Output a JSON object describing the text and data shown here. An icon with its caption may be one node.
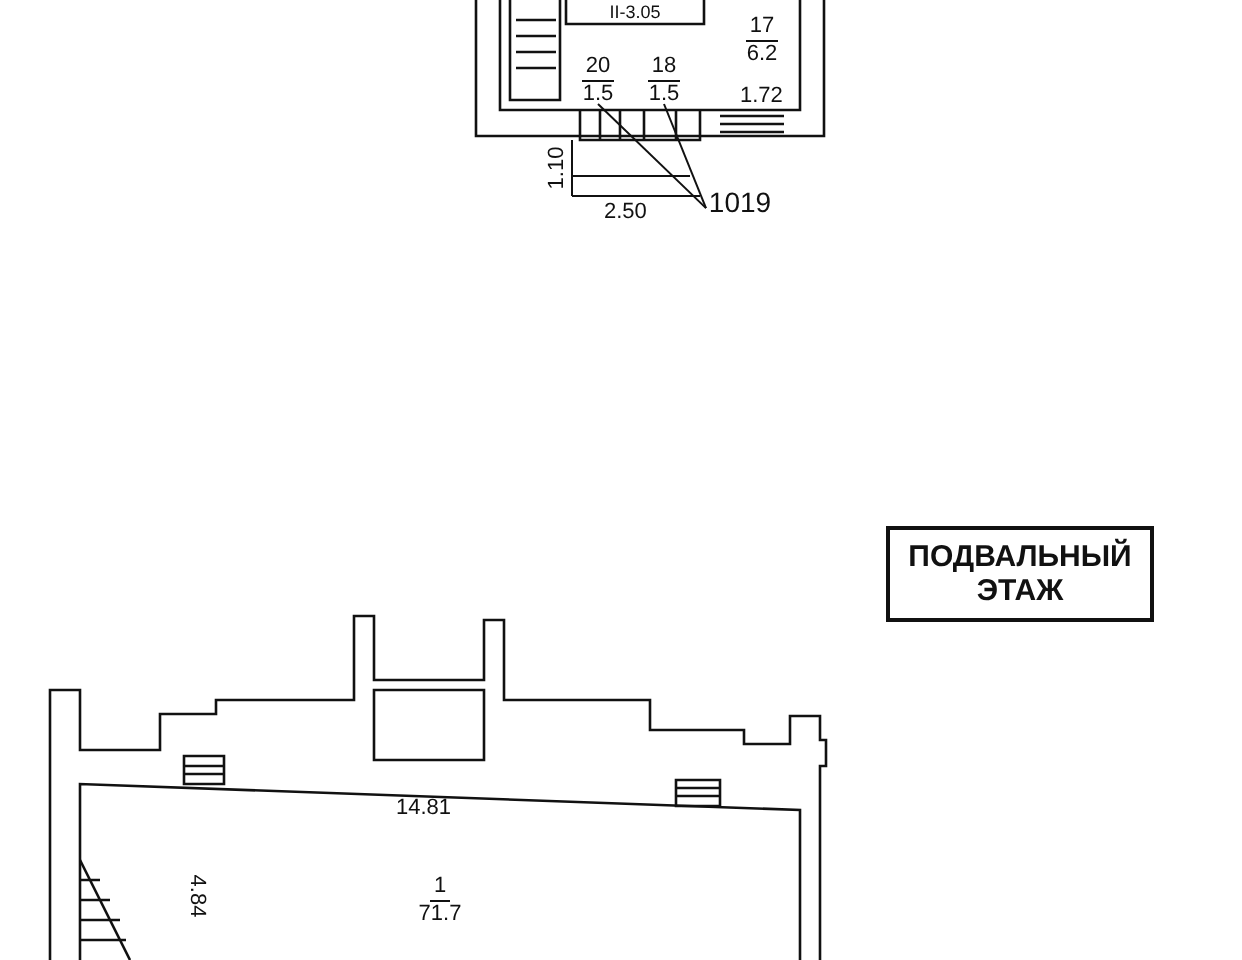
{
  "diagram": {
    "nodes": [
      {
        "text": [
          "II-3.05"
        ]
      },
      {
        "text": [
          "17",
          "6.2"
        ]
      },
      {
        "text": [
          "20",
          "1.5"
        ]
      },
      {
        "text": [
          "18",
          "1.5"
        ]
      },
      {
        "text": [
          "1019"
        ]
      },
      {
        "text": [
          "ПОДВАЛЬНЫЙ ЭТАЖ"
        ]
      },
      {
        "text": [
          "1",
          "71.7"
        ]
      }
    ],
    "edges": [
      {
        "from": 4,
        "to": 2,
        "arrow": "none"
      },
      {
        "from": 4,
        "to": 3,
        "arrow": "none"
      }
    ],
    "labels": [
      "1.72",
      "1.10",
      "2.50",
      "14.81",
      "4.84"
    ]
  }
}
